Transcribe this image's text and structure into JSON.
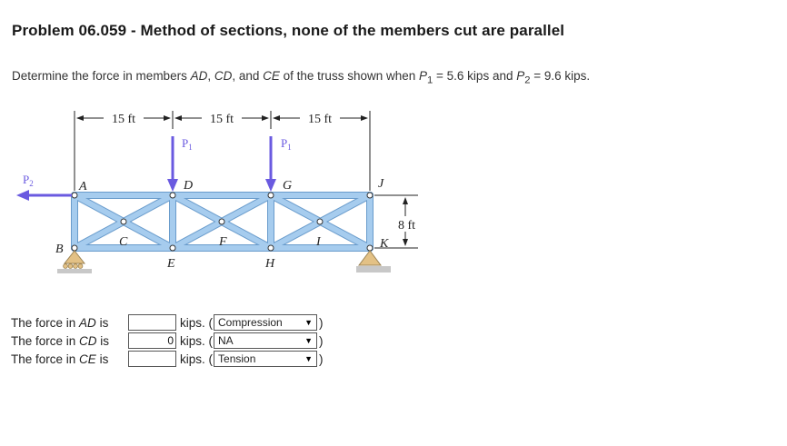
{
  "problem": {
    "title": "Problem 06.059 - Method of sections, none of the members cut are parallel",
    "statement_start": "Determine the force in members ",
    "m1": "AD",
    "sep1": ", ",
    "m2": "CD",
    "sep2": ", and ",
    "m3": "CE",
    "statement_mid": " of the truss shown when ",
    "p1_label": "P",
    "p1_sub": "1",
    "p1_value": " = 5.6 kips and ",
    "p2_label": "P",
    "p2_sub": "2",
    "p2_value": " = 9.6 kips."
  },
  "figure": {
    "dims": {
      "span1": "15 ft",
      "span2": "15 ft",
      "span3": "15 ft",
      "height": "8 ft"
    },
    "loads": {
      "p1a_main": "P",
      "p1a_sub": "1",
      "p1b_main": "P",
      "p1b_sub": "1",
      "p2_main": "P",
      "p2_sub": "2"
    },
    "nodes": {
      "A": "A",
      "B": "B",
      "C": "C",
      "D": "D",
      "E": "E",
      "F": "F",
      "G": "G",
      "H": "H",
      "I": "I",
      "J": "J",
      "K": "K"
    },
    "colors": {
      "member": "#a6ccee",
      "member_edge": "#6a9ccc",
      "load": "#6a5ae0",
      "support": "#e3c185"
    }
  },
  "answers": [
    {
      "label_pre": "The force in ",
      "member": "AD",
      "label_post": " is",
      "value": "",
      "unit": "kips. (",
      "selected": "Compression",
      "close": ")"
    },
    {
      "label_pre": "The force in ",
      "member": "CD",
      "label_post": " is",
      "value": "0",
      "unit": "kips. (",
      "selected": "NA",
      "close": ")"
    },
    {
      "label_pre": "The force in ",
      "member": "CE",
      "label_post": " is",
      "value": "",
      "unit": "kips. (",
      "selected": "Tension",
      "close": ")"
    }
  ]
}
